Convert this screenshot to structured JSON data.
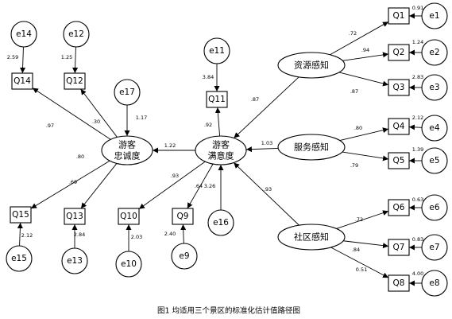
{
  "caption": "图1 均适用三个景区的标准化估计值路径图",
  "latent": [
    {
      "id": "loyalty",
      "lines": [
        "游客",
        "忠诚度"
      ]
    },
    {
      "id": "satisfaction",
      "lines": [
        "游客",
        "满意度"
      ]
    },
    {
      "id": "resource",
      "lines": [
        "资源感知"
      ]
    },
    {
      "id": "service",
      "lines": [
        "服务感知"
      ]
    },
    {
      "id": "community",
      "lines": [
        "社区感知"
      ]
    }
  ],
  "observed": [
    "Q1",
    "Q2",
    "Q3",
    "Q4",
    "Q5",
    "Q6",
    "Q7",
    "Q8",
    "Q9",
    "Q10",
    "Q11",
    "Q12",
    "Q13",
    "Q14",
    "Q15"
  ],
  "errors": [
    "e1",
    "e2",
    "e3",
    "e4",
    "e5",
    "e6",
    "e7",
    "e8",
    "e9",
    "e10",
    "e11",
    "e12",
    "e13",
    "e14",
    "e15",
    "e16",
    "e17"
  ],
  "paths": [
    {
      "from": "resource",
      "to": "Q1",
      "coef": ".72"
    },
    {
      "from": "resource",
      "to": "Q2",
      "coef": ".94"
    },
    {
      "from": "resource",
      "to": "Q3",
      "coef": ".87"
    },
    {
      "from": "service",
      "to": "Q4",
      "coef": ".80"
    },
    {
      "from": "service",
      "to": "Q5",
      "coef": ".79"
    },
    {
      "from": "community",
      "to": "Q6",
      "coef": ".72"
    },
    {
      "from": "community",
      "to": "Q7",
      "coef": ".84"
    },
    {
      "from": "community",
      "to": "Q8",
      "coef": "0.51"
    },
    {
      "from": "resource",
      "to": "satisfaction",
      "coef": ".87"
    },
    {
      "from": "service",
      "to": "satisfaction",
      "coef": "1.03"
    },
    {
      "from": "community",
      "to": "satisfaction",
      "coef": ".93"
    },
    {
      "from": "satisfaction",
      "to": "loyalty",
      "coef": "1.22"
    },
    {
      "from": "satisfaction",
      "to": "Q11",
      "coef": ".92"
    },
    {
      "from": "satisfaction",
      "to": "Q10",
      "coef": ".93"
    },
    {
      "from": "satisfaction",
      "to": "Q9",
      "coef": ".64"
    },
    {
      "from": "loyalty",
      "to": "Q14",
      "coef": ".97"
    },
    {
      "from": "loyalty",
      "to": "Q12",
      "coef": ".30"
    },
    {
      "from": "loyalty",
      "to": "Q15",
      "coef": ".80"
    },
    {
      "from": "loyalty",
      "to": "Q13",
      "coef": ".69"
    },
    {
      "from": "e1",
      "to": "Q1",
      "coef": "0.91"
    },
    {
      "from": "e2",
      "to": "Q2",
      "coef": "1.24"
    },
    {
      "from": "e3",
      "to": "Q3",
      "coef": "2.83"
    },
    {
      "from": "e4",
      "to": "Q4",
      "coef": "2.12"
    },
    {
      "from": "e5",
      "to": "Q5",
      "coef": "1.39"
    },
    {
      "from": "e6",
      "to": "Q6",
      "coef": "0.63"
    },
    {
      "from": "e7",
      "to": "Q7",
      "coef": "0.83"
    },
    {
      "from": "e8",
      "to": "Q8",
      "coef": "4.00"
    },
    {
      "from": "e9",
      "to": "Q9",
      "coef": "2.40"
    },
    {
      "from": "e10",
      "to": "Q10",
      "coef": "2.03"
    },
    {
      "from": "e11",
      "to": "Q11",
      "coef": "3.84"
    },
    {
      "from": "e12",
      "to": "Q12",
      "coef": "1.25"
    },
    {
      "from": "e13",
      "to": "Q13",
      "coef": "2.84"
    },
    {
      "from": "e14",
      "to": "Q14",
      "coef": "2.59"
    },
    {
      "from": "e15",
      "to": "Q15",
      "coef": "2.12"
    },
    {
      "from": "e16",
      "to": "satisfaction",
      "coef": "3.26"
    },
    {
      "from": "e17",
      "to": "loyalty",
      "coef": "1.17"
    }
  ]
}
